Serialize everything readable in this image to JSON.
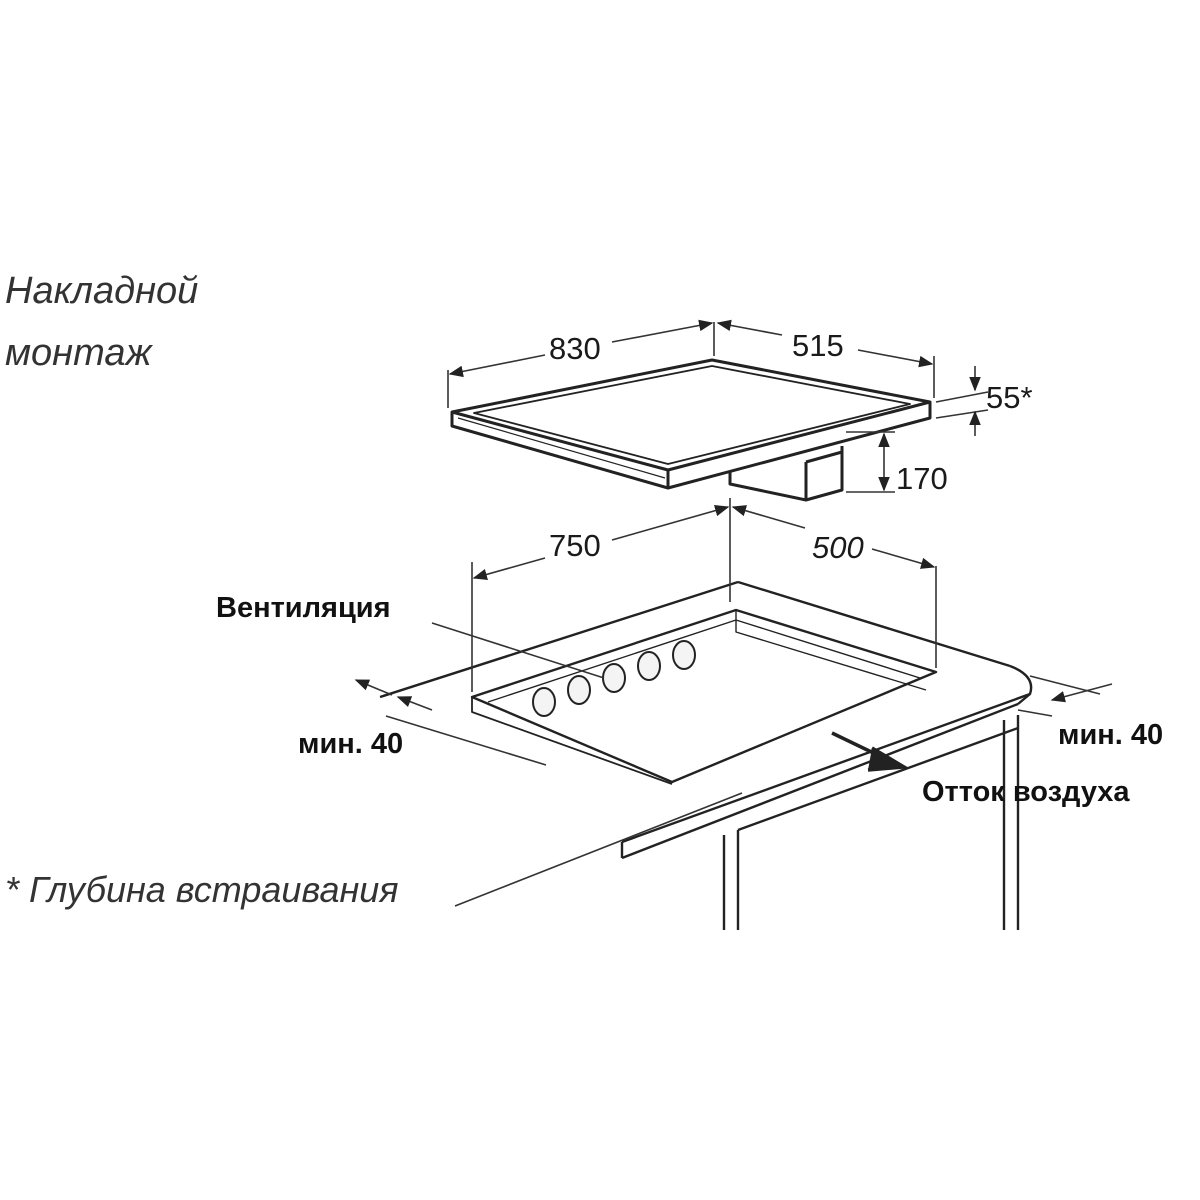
{
  "title": {
    "line1": "Накладной",
    "line2": "монтаж"
  },
  "hob_dimensions": {
    "width": "830",
    "depth": "515",
    "thickness": "55*",
    "body_height": "170"
  },
  "cutout_dimensions": {
    "width": "750",
    "depth": "500"
  },
  "labels": {
    "ventilation": "Вентиляция",
    "min_left": "мин. 40",
    "min_right": "мин. 40",
    "airflow": "Отток воздуха"
  },
  "footnote": "* Глубина встраивания"
}
